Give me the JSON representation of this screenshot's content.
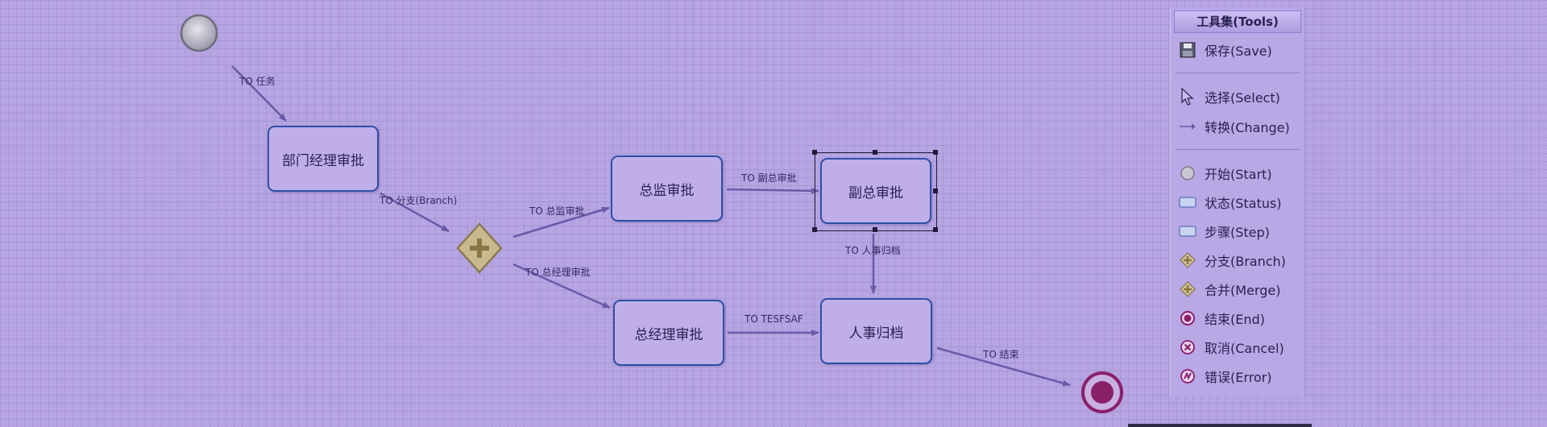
{
  "workflow": {
    "nodes": {
      "dept_manager": "部门经理审批",
      "director": "总监审批",
      "deputy_gm": "副总审批",
      "gm": "总经理审批",
      "hr_archive": "人事归档"
    },
    "transitions": {
      "to_task": "TO 任务",
      "to_branch": "TO 分支(Branch)",
      "to_director": "TO 总监审批",
      "to_gm": "TO 总经理审批",
      "to_deputy": "TO 副总审批",
      "to_hr": "TO 人事归档",
      "to_tesfsaf": "TO TESFSAF",
      "to_end": "TO 结束"
    }
  },
  "toolbox": {
    "title": "工具集(Tools)",
    "save": "保存(Save)",
    "select": "选择(Select)",
    "change": "转换(Change)",
    "start": "开始(Start)",
    "status": "状态(Status)",
    "step": "步骤(Step)",
    "branch": "分支(Branch)",
    "merge": "合并(Merge)",
    "end": "结束(End)",
    "cancel": "取消(Cancel)",
    "error": "错误(Error)"
  },
  "colors": {
    "canvas": "#b6a5e2",
    "node_border": "#2f4fa8",
    "edge": "#6a5aa8",
    "end_event": "#8a1f6a"
  }
}
